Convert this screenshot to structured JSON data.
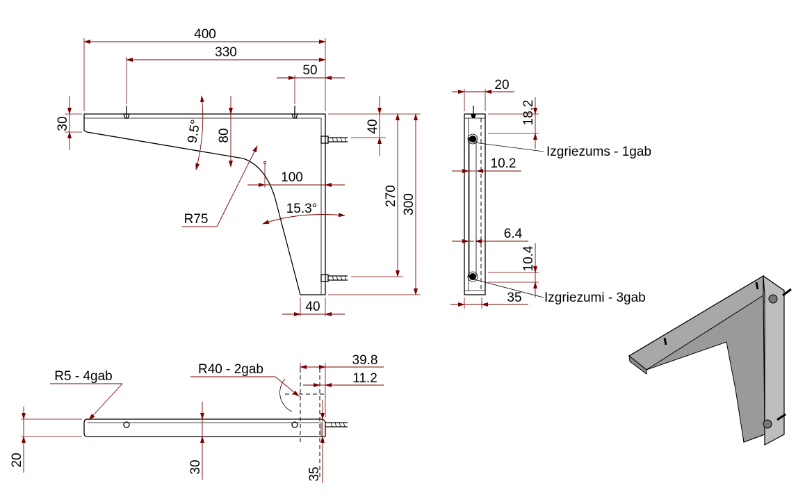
{
  "front_view": {
    "dims": {
      "d400": "400",
      "d330": "330",
      "d50": "50",
      "d30": "30",
      "d80": "80",
      "a95": "9.5°",
      "d40_right": "40",
      "d100": "100",
      "a153": "15.3°",
      "r75": "R75",
      "d270": "270",
      "d300": "300",
      "d40_bottom": "40"
    }
  },
  "side_view": {
    "dims": {
      "d20": "20",
      "d182": "18.2",
      "d102": "10.2",
      "d64": "6.4",
      "d104": "10.4",
      "d35": "35"
    },
    "labels": {
      "hole_top": "Izgriezums - 1gab",
      "hole_bottom": "Izgriezumi - 3gab"
    }
  },
  "top_view": {
    "dims": {
      "r5": "R5 - 4gab",
      "r40": "R40 - 2gab",
      "d398": "39.8",
      "d112": "11.2",
      "d20": "20",
      "d30": "30",
      "d35": "35"
    }
  }
}
